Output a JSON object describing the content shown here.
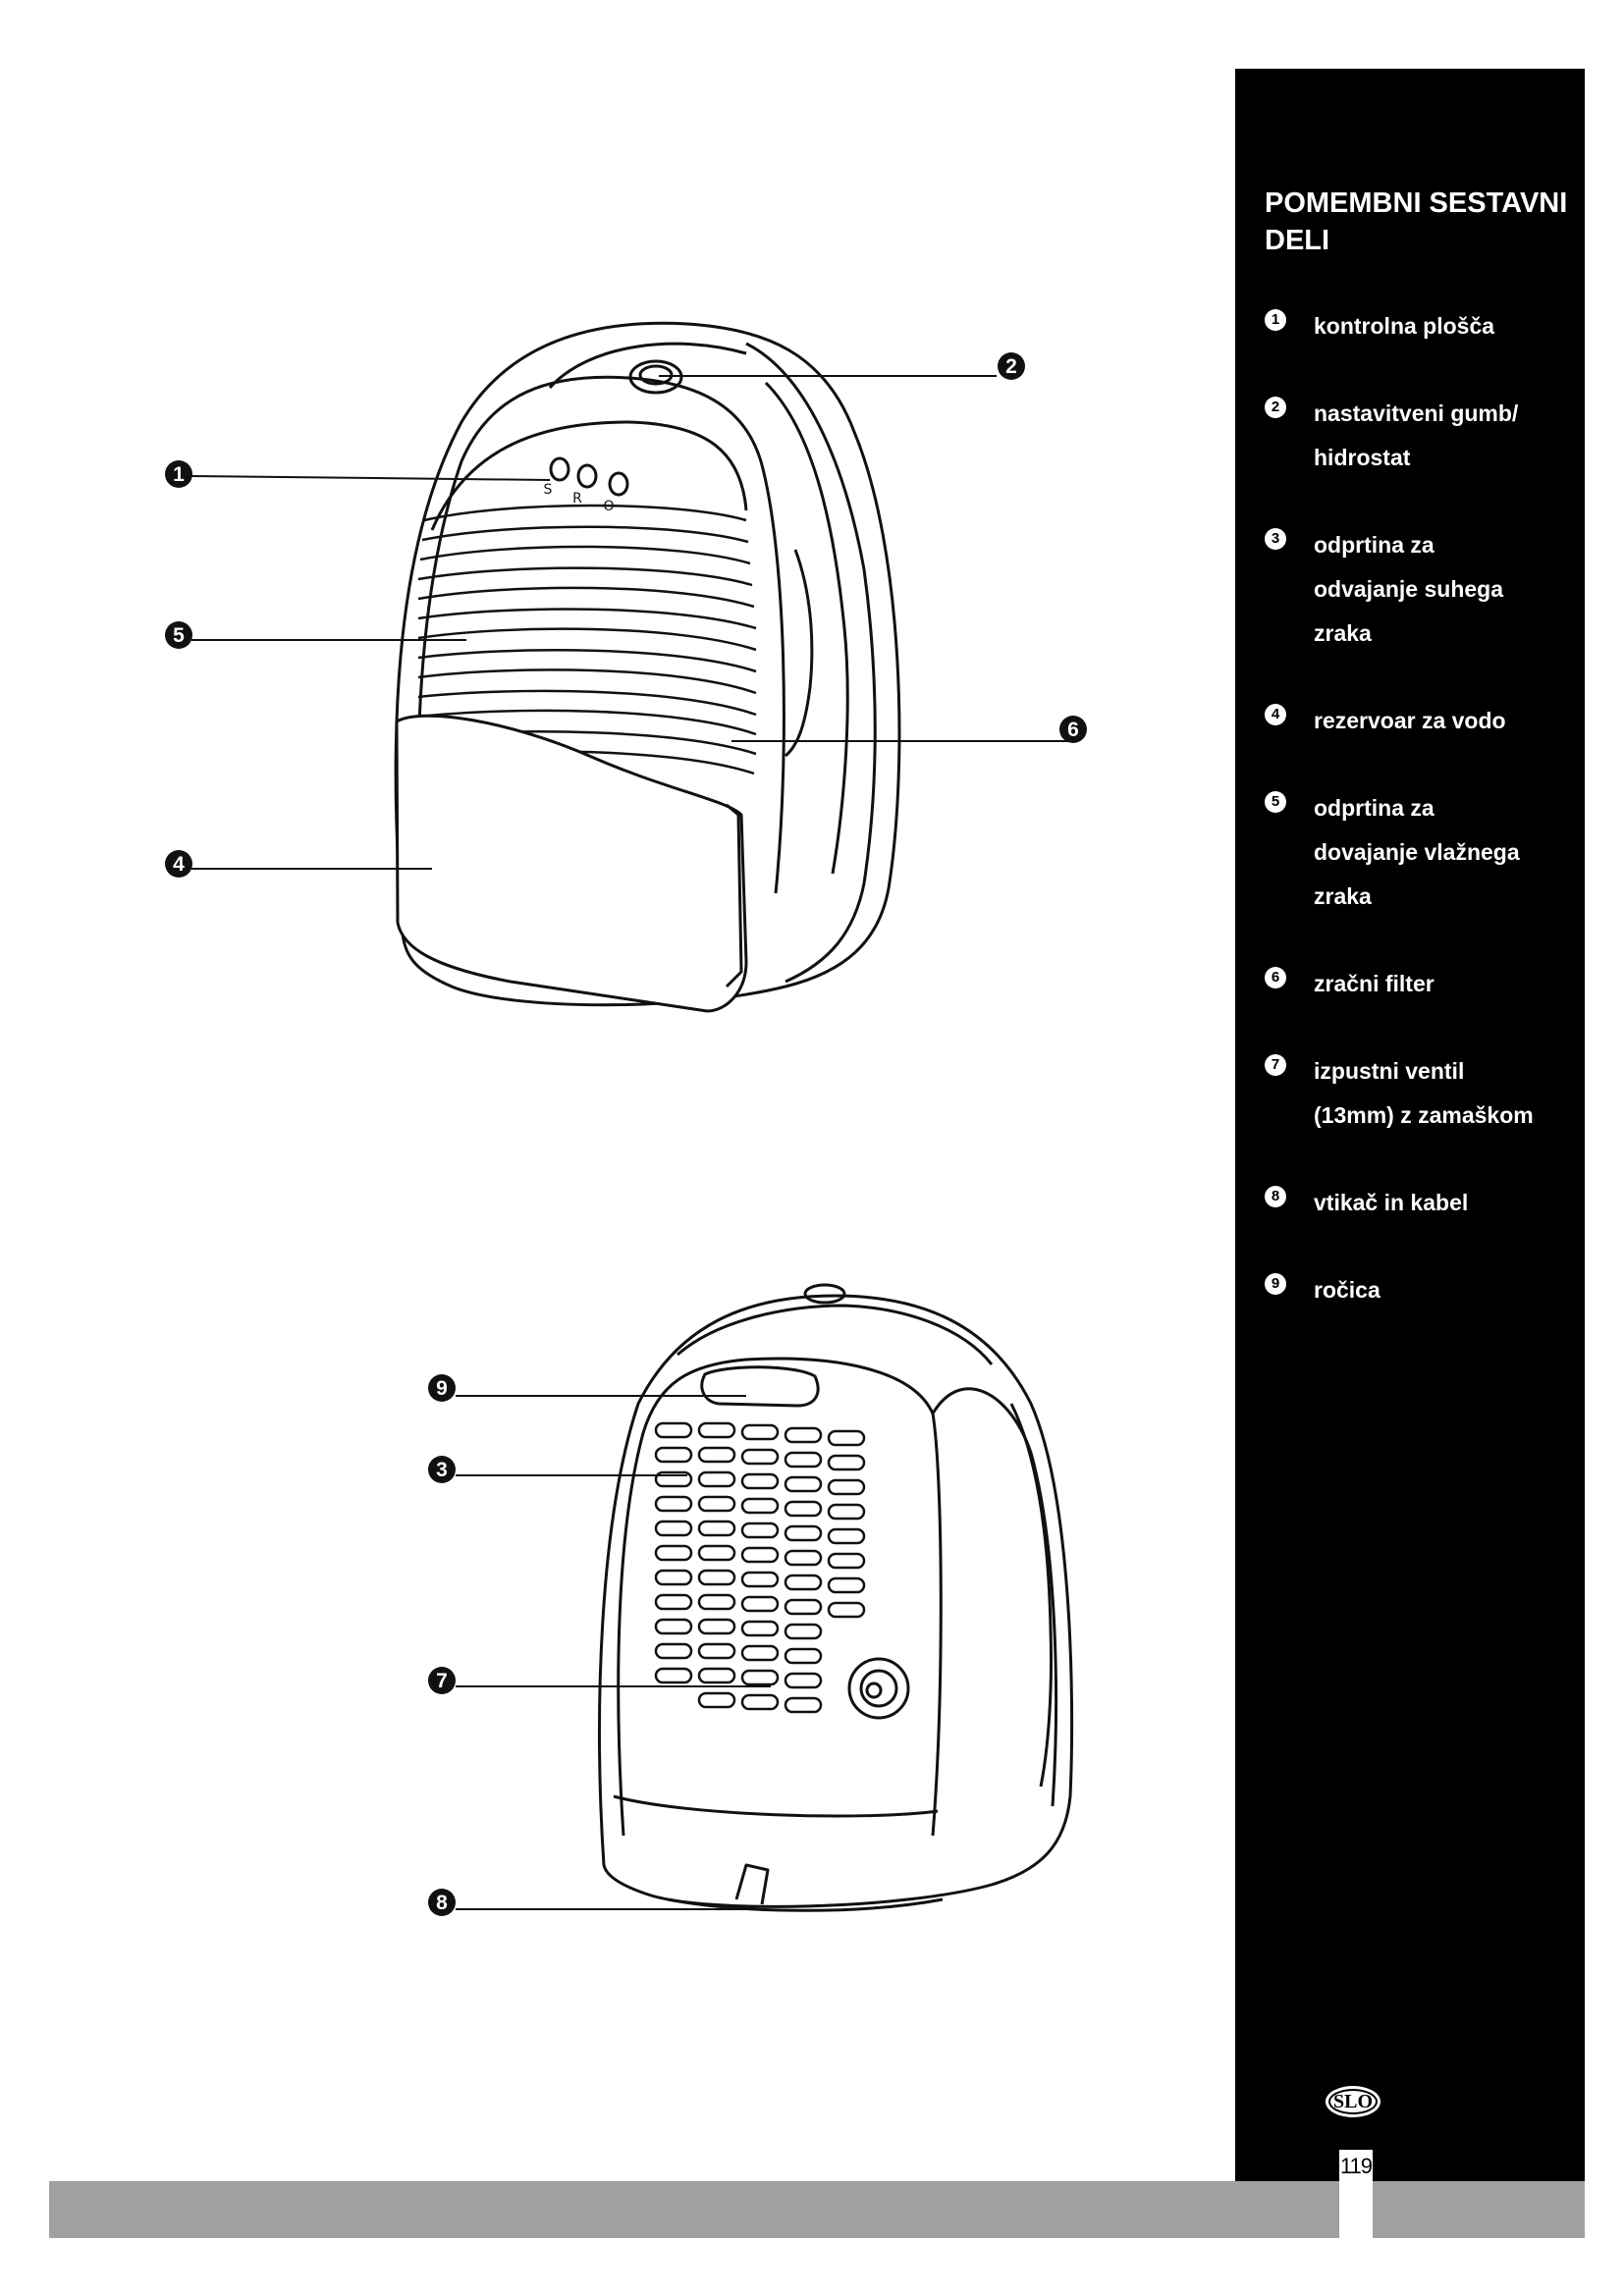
{
  "sidebar": {
    "title": "POMEMBNI SESTAVNI\nDELI",
    "parts": [
      {
        "number": "1",
        "text": "kontrolna plošča"
      },
      {
        "number": "2",
        "text": "nastavitveni gumb/\nhidrostat"
      },
      {
        "number": "3",
        "text": "odprtina za\nodvajanje suhega\nzraka"
      },
      {
        "number": "4",
        "text": "rezervoar za vodo"
      },
      {
        "number": "5",
        "text": "odprtina za\ndovajanje vlažnega\nzraka"
      },
      {
        "number": "6",
        "text": "zračni filter"
      },
      {
        "number": "7",
        "text": "izpustni ventil\n(13mm) z zamaškom"
      },
      {
        "number": "8",
        "text": "vtikač in kabel"
      },
      {
        "number": "9",
        "text": "ročica"
      }
    ]
  },
  "front_view": {
    "callouts": [
      "1",
      "2",
      "5",
      "6",
      "4"
    ],
    "control_panel_labels": [
      "S",
      "R",
      "O"
    ]
  },
  "back_view": {
    "callouts": [
      "9",
      "3",
      "7",
      "8"
    ]
  },
  "footer": {
    "language_badge": "SLO",
    "page_number": "119"
  }
}
